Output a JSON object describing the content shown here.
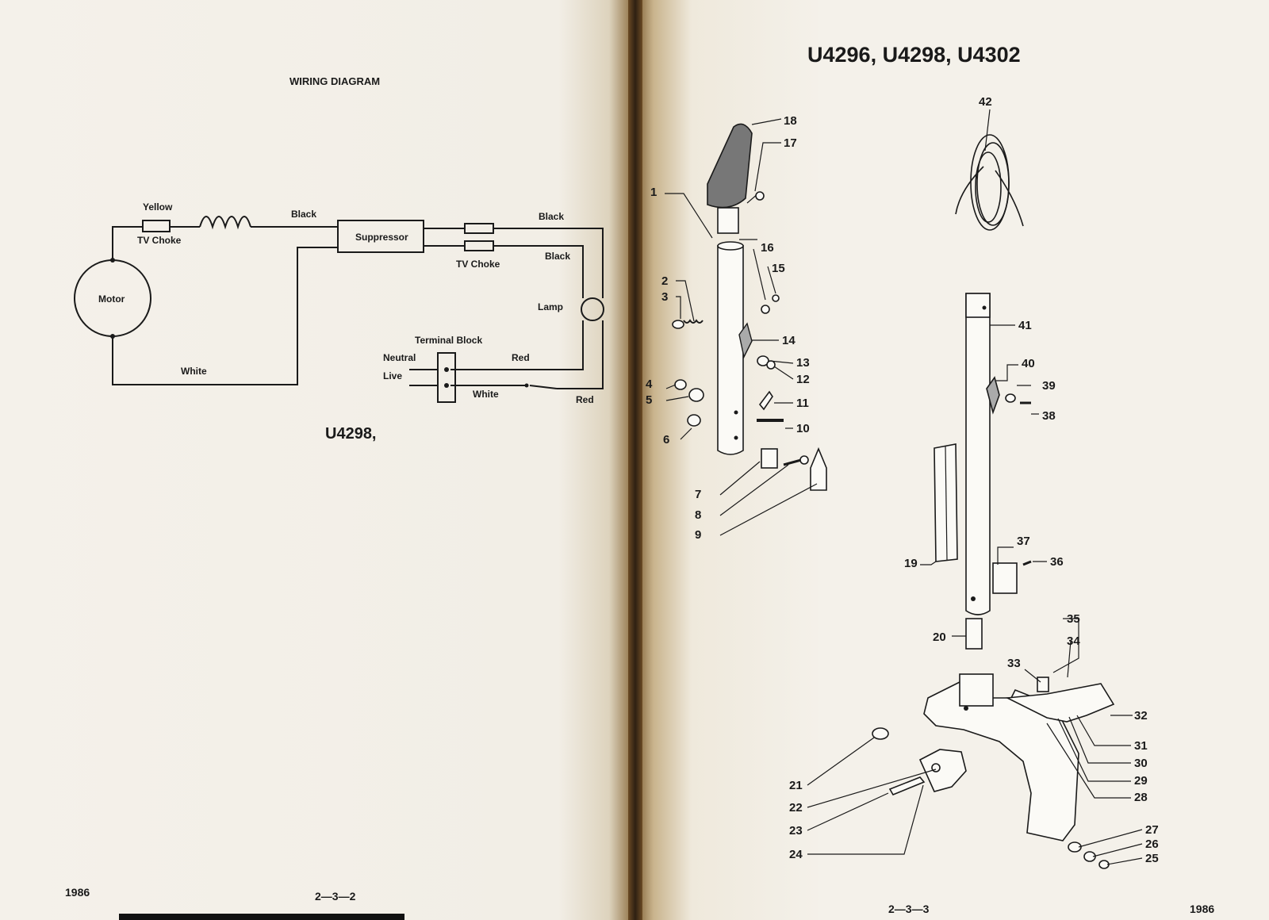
{
  "left_page": {
    "title": "WIRING DIAGRAM",
    "model": "U4298,",
    "year": "1986",
    "page_number": "2—3—2",
    "wiring": {
      "wire_yellow": "Yellow",
      "tv_choke_1": "TV Choke",
      "wire_black_1": "Black",
      "suppressor": "Suppressor",
      "wire_black_2": "Black",
      "wire_black_3": "Black",
      "tv_choke_2": "TV Choke",
      "motor": "Motor",
      "lamp": "Lamp",
      "terminal_block": "Terminal Block",
      "neutral": "Neutral",
      "live": "Live",
      "wire_red_1": "Red",
      "wire_white_1": "White",
      "wire_white_2": "White",
      "wire_red_2": "Red"
    }
  },
  "right_page": {
    "title": "U4296, U4298, U4302",
    "page_number": "2—3—3",
    "year": "1986",
    "part_numbers": [
      "1",
      "2",
      "3",
      "4",
      "5",
      "6",
      "7",
      "8",
      "9",
      "10",
      "11",
      "12",
      "13",
      "14",
      "15",
      "16",
      "17",
      "18",
      "19",
      "20",
      "21",
      "22",
      "23",
      "24",
      "25",
      "26",
      "27",
      "28",
      "29",
      "30",
      "31",
      "32",
      "33",
      "34",
      "35",
      "36",
      "37",
      "38",
      "39",
      "40",
      "41",
      "42"
    ]
  }
}
